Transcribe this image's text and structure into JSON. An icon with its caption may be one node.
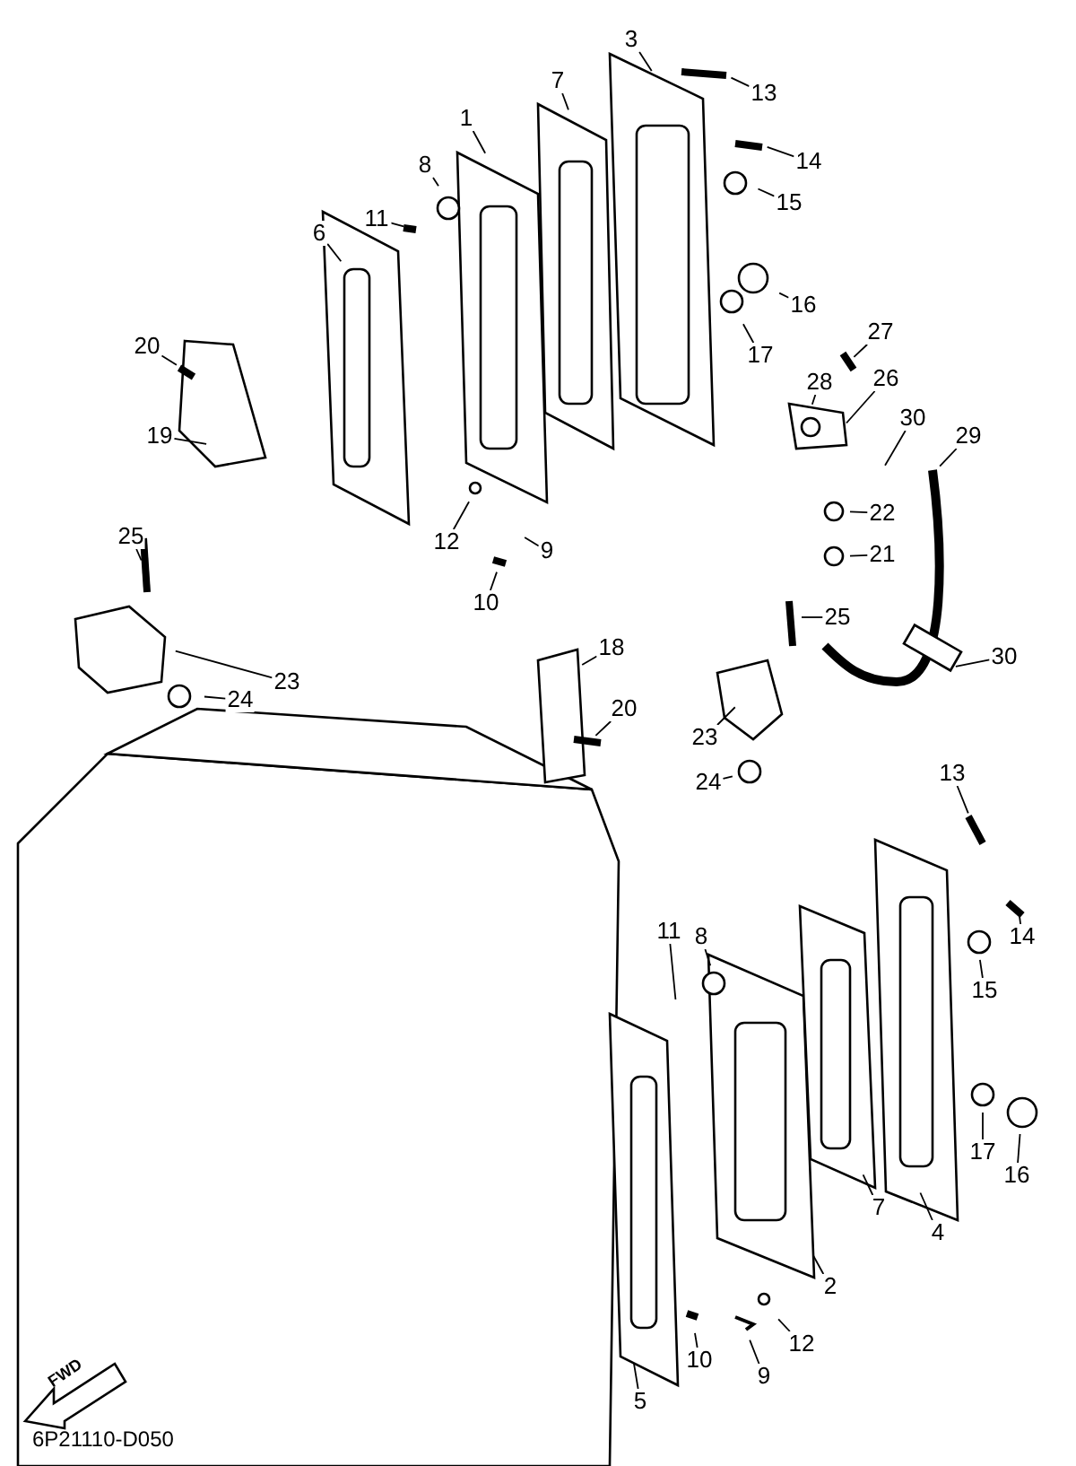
{
  "diagram": {
    "nodes": [
      {
        "text": [
          "3"
        ]
      },
      {
        "text": [
          "13"
        ]
      },
      {
        "text": [
          "7"
        ]
      },
      {
        "text": [
          "1"
        ]
      },
      {
        "text": [
          "8"
        ]
      },
      {
        "text": [
          "11"
        ]
      },
      {
        "text": [
          "6"
        ]
      },
      {
        "text": [
          "14"
        ]
      },
      {
        "text": [
          "15"
        ]
      },
      {
        "text": [
          "16"
        ]
      },
      {
        "text": [
          "17"
        ]
      },
      {
        "text": [
          "20"
        ]
      },
      {
        "text": [
          "27"
        ]
      },
      {
        "text": [
          "28"
        ]
      },
      {
        "text": [
          "26"
        ]
      },
      {
        "text": [
          "30"
        ]
      },
      {
        "text": [
          "29"
        ]
      },
      {
        "text": [
          "19"
        ]
      },
      {
        "text": [
          "22"
        ]
      },
      {
        "text": [
          "25"
        ]
      },
      {
        "text": [
          "12"
        ]
      },
      {
        "text": [
          "9"
        ]
      },
      {
        "text": [
          "21"
        ]
      },
      {
        "text": [
          "10"
        ]
      },
      {
        "text": [
          "25"
        ]
      },
      {
        "text": [
          "18"
        ]
      },
      {
        "text": [
          "30"
        ]
      },
      {
        "text": [
          "23"
        ]
      },
      {
        "text": [
          "24"
        ]
      },
      {
        "text": [
          "20"
        ]
      },
      {
        "text": [
          "23"
        ]
      },
      {
        "text": [
          "24"
        ]
      },
      {
        "text": [
          "13"
        ]
      },
      {
        "text": [
          "11"
        ]
      },
      {
        "text": [
          "8"
        ]
      },
      {
        "text": [
          "14"
        ]
      },
      {
        "text": [
          "15"
        ]
      },
      {
        "text": [
          "17"
        ]
      },
      {
        "text": [
          "16"
        ]
      },
      {
        "text": [
          "4"
        ]
      },
      {
        "text": [
          "7"
        ]
      },
      {
        "text": [
          "2"
        ]
      },
      {
        "text": [
          "12"
        ]
      },
      {
        "text": [
          "10"
        ]
      },
      {
        "text": [
          "9"
        ]
      },
      {
        "text": [
          "5"
        ]
      }
    ],
    "edges": [
      {
        "from": 0,
        "to": null,
        "arrow": "none"
      },
      {
        "from": 1,
        "to": null,
        "arrow": "none"
      },
      {
        "from": 2,
        "to": null,
        "arrow": "none"
      },
      {
        "from": 3,
        "to": null,
        "arrow": "none"
      },
      {
        "from": 4,
        "to": null,
        "arrow": "none"
      },
      {
        "from": 5,
        "to": null,
        "arrow": "none"
      },
      {
        "from": 6,
        "to": null,
        "arrow": "none"
      },
      {
        "from": 7,
        "to": null,
        "arrow": "none"
      },
      {
        "from": 8,
        "to": null,
        "arrow": "none"
      },
      {
        "from": 9,
        "to": null,
        "arrow": "none"
      },
      {
        "from": 10,
        "to": null,
        "arrow": "none"
      },
      {
        "from": 11,
        "to": null,
        "arrow": "none"
      },
      {
        "from": 12,
        "to": null,
        "arrow": "none"
      },
      {
        "from": 13,
        "to": null,
        "arrow": "none"
      },
      {
        "from": 14,
        "to": null,
        "arrow": "none"
      },
      {
        "from": 15,
        "to": null,
        "arrow": "none"
      },
      {
        "from": 16,
        "to": null,
        "arrow": "none"
      },
      {
        "from": 17,
        "to": null,
        "arrow": "none"
      },
      {
        "from": 18,
        "to": null,
        "arrow": "none"
      },
      {
        "from": 19,
        "to": null,
        "arrow": "none"
      },
      {
        "from": 20,
        "to": null,
        "arrow": "none"
      },
      {
        "from": 21,
        "to": null,
        "arrow": "none"
      },
      {
        "from": 22,
        "to": null,
        "arrow": "none"
      },
      {
        "from": 23,
        "to": null,
        "arrow": "none"
      },
      {
        "from": 24,
        "to": null,
        "arrow": "none"
      },
      {
        "from": 25,
        "to": null,
        "arrow": "none"
      },
      {
        "from": 26,
        "to": null,
        "arrow": "none"
      },
      {
        "from": 27,
        "to": null,
        "arrow": "none"
      },
      {
        "from": 28,
        "to": null,
        "arrow": "none"
      },
      {
        "from": 29,
        "to": null,
        "arrow": "none"
      },
      {
        "from": 30,
        "to": null,
        "arrow": "none"
      },
      {
        "from": 31,
        "to": null,
        "arrow": "none"
      },
      {
        "from": 32,
        "to": null,
        "arrow": "none"
      },
      {
        "from": 33,
        "to": null,
        "arrow": "none"
      },
      {
        "from": 34,
        "to": null,
        "arrow": "none"
      },
      {
        "from": 35,
        "to": null,
        "arrow": "none"
      },
      {
        "from": 36,
        "to": null,
        "arrow": "none"
      },
      {
        "from": 37,
        "to": null,
        "arrow": "none"
      },
      {
        "from": 38,
        "to": null,
        "arrow": "none"
      },
      {
        "from": 39,
        "to": null,
        "arrow": "none"
      },
      {
        "from": 40,
        "to": null,
        "arrow": "none"
      },
      {
        "from": 41,
        "to": null,
        "arrow": "none"
      },
      {
        "from": 42,
        "to": null,
        "arrow": "none"
      },
      {
        "from": 43,
        "to": null,
        "arrow": "none"
      },
      {
        "from": 44,
        "to": null,
        "arrow": "none"
      },
      {
        "from": 45,
        "to": null,
        "arrow": "none"
      }
    ],
    "labels": [
      "FWD",
      "6P21110-D050"
    ]
  }
}
